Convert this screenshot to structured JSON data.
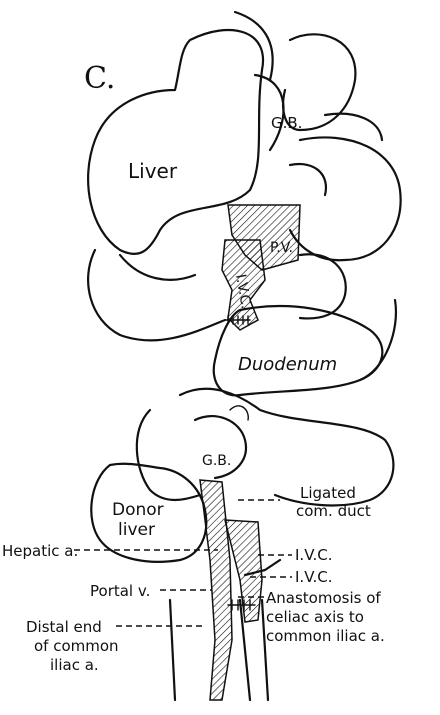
{
  "figure": {
    "panel_letter": "C.",
    "labels": {
      "gb_upper": "G.B.",
      "liver": "Liver",
      "pv": "P.V.",
      "ivc_upper": "I.V.C.",
      "duodenum": "Duodenum",
      "gb_lower": "G.B.",
      "donor_liver": [
        "Donor",
        "liver"
      ],
      "ligated_duct": [
        "Ligated",
        "com. duct"
      ],
      "hepatic_a": "Hepatic a.",
      "ivc_right_1": "I.V.C.",
      "ivc_right_2": "I.V.C.",
      "portal_v": "Portal v.",
      "anastomosis": [
        "Anastomosis of",
        "celiac axis to",
        "common iliac a."
      ],
      "distal_end": [
        "Distal end",
        "of common",
        "iliac a."
      ]
    }
  }
}
